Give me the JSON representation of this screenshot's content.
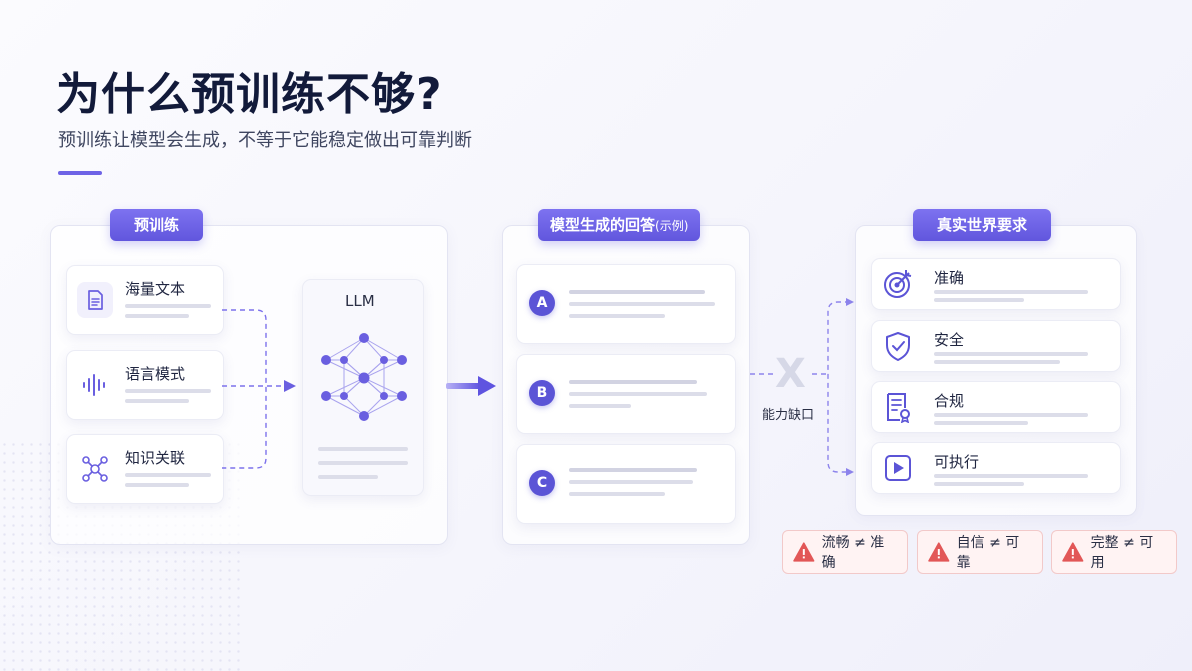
{
  "title": "为什么预训练不够?",
  "subtitle": "预训练让模型会生成，不等于它能稳定做出可靠判断",
  "colors": {
    "accent": "#6e63e6",
    "dark_accent": "#5b54d6",
    "warning": "#e25757"
  },
  "pretrain": {
    "heading": "预训练",
    "inputs": [
      {
        "label": "海量文本",
        "icon": "document-icon"
      },
      {
        "label": "语言模式",
        "icon": "waveform-icon"
      },
      {
        "label": "知识关联",
        "icon": "network-nodes-icon"
      }
    ],
    "model_label": "LLM"
  },
  "answers": {
    "heading": "模型生成的回答",
    "heading_note": "(示例)",
    "items": [
      "A",
      "B",
      "C"
    ]
  },
  "gap": {
    "symbol": "X",
    "label": "能力缺口"
  },
  "requirements": {
    "heading": "真实世界要求",
    "items": [
      {
        "label": "准确",
        "icon": "target-icon"
      },
      {
        "label": "安全",
        "icon": "shield-check-icon"
      },
      {
        "label": "合规",
        "icon": "compliance-doc-icon"
      },
      {
        "label": "可执行",
        "icon": "play-icon"
      }
    ]
  },
  "warnings": [
    "流畅 ≠ 准确",
    "自信 ≠ 可靠",
    "完整 ≠ 可用"
  ]
}
